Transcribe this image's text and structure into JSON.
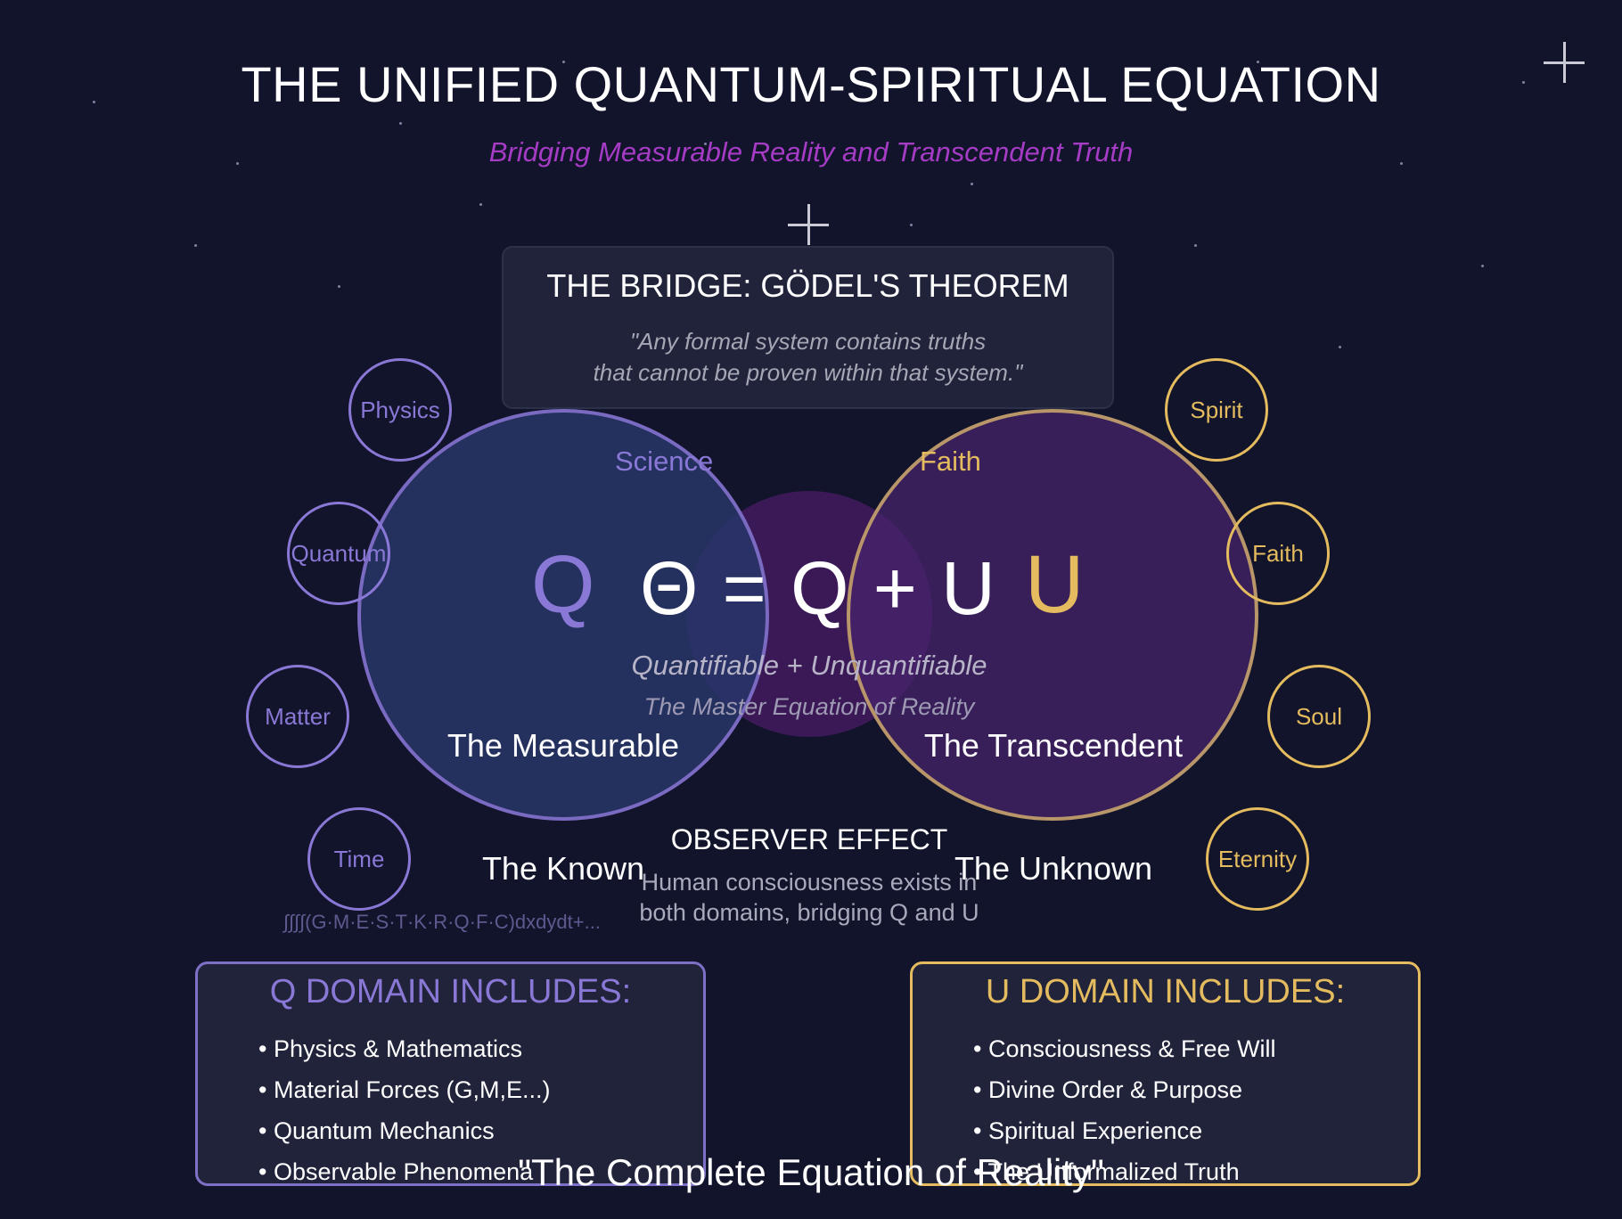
{
  "title": "THE UNIFIED QUANTUM-SPIRITUAL EQUATION",
  "subtitle": "Bridging Measurable Reality and Transcendent Truth",
  "bridge": {
    "title": "THE BRIDGE: GÖDEL'S THEOREM",
    "quote_line1": "\"Any formal system contains truths",
    "quote_line2": "that cannot be proven within that system.\""
  },
  "q_domain": {
    "label": "Science",
    "symbol": "Q",
    "line1": "The Measurable",
    "line2": "The Known",
    "satellites": [
      "Physics",
      "Quantum",
      "Matter",
      "Time"
    ],
    "color": "#8a78d6"
  },
  "u_domain": {
    "label": "Faith",
    "symbol": "U",
    "line1": "The Transcendent",
    "line2": "The Unknown",
    "satellites": [
      "Spirit",
      "Faith",
      "Soul",
      "Eternity"
    ],
    "color": "#e4bb5e"
  },
  "equation": {
    "formula": "Θ = Q + U",
    "subtitle": "Quantifiable + Unquantifiable",
    "caption": "The Master Equation of Reality"
  },
  "observer": {
    "title": "OBSERVER EFFECT",
    "line1": "Human consciousness exists in",
    "line2": "both domains, bridging Q and U"
  },
  "integral_text": "∫∫∫∫(G·M·E·S·T·K·R·Q·F·C)dxdydt+...",
  "q_box": {
    "title": "Q DOMAIN INCLUDES:",
    "items": [
      "• Physics & Mathematics",
      "• Material Forces (G,M,E...)",
      "• Quantum Mechanics",
      "• Observable Phenomena"
    ]
  },
  "u_box": {
    "title": "U DOMAIN INCLUDES:",
    "items": [
      "• Consciousness & Free Will",
      "• Divine Order & Purpose",
      "• Spiritual Experience",
      "• The Unformalized Truth"
    ]
  },
  "footer": "\"The Complete Equation of Reality\"",
  "colors": {
    "background": "#11142a",
    "subtitle": "#a63cc6",
    "q_accent": "#8a78d6",
    "u_accent": "#e4bb5e"
  }
}
